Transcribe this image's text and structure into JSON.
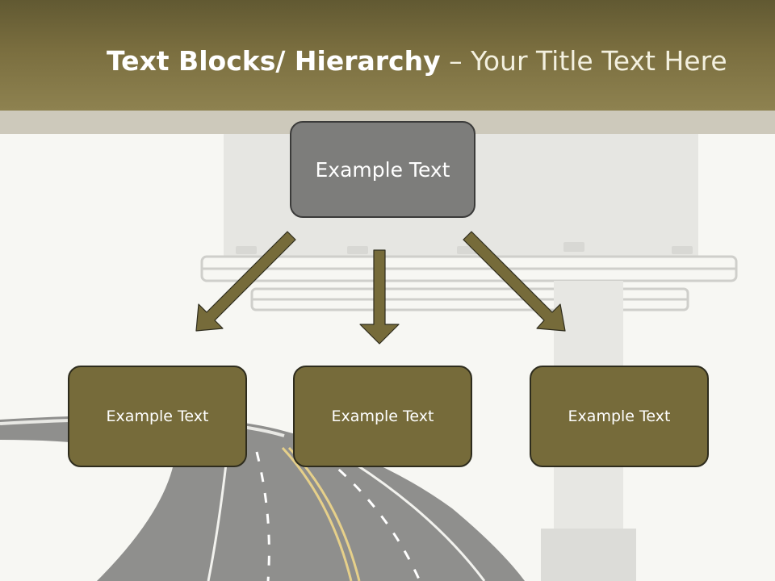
{
  "header": {
    "title_bold": "Text Blocks/ Hierarchy",
    "title_separator": " – ",
    "title_rest": "Your Title Text Here",
    "background_color": "#7a6e3f"
  },
  "hierarchy": {
    "top": {
      "label": "Example Text",
      "color": "#7d7d7b"
    },
    "children": [
      {
        "label": "Example Text",
        "color": "#766b3a"
      },
      {
        "label": "Example Text",
        "color": "#766b3a"
      },
      {
        "label": "Example Text",
        "color": "#766b3a"
      }
    ],
    "arrow_color": "#766b3a"
  }
}
